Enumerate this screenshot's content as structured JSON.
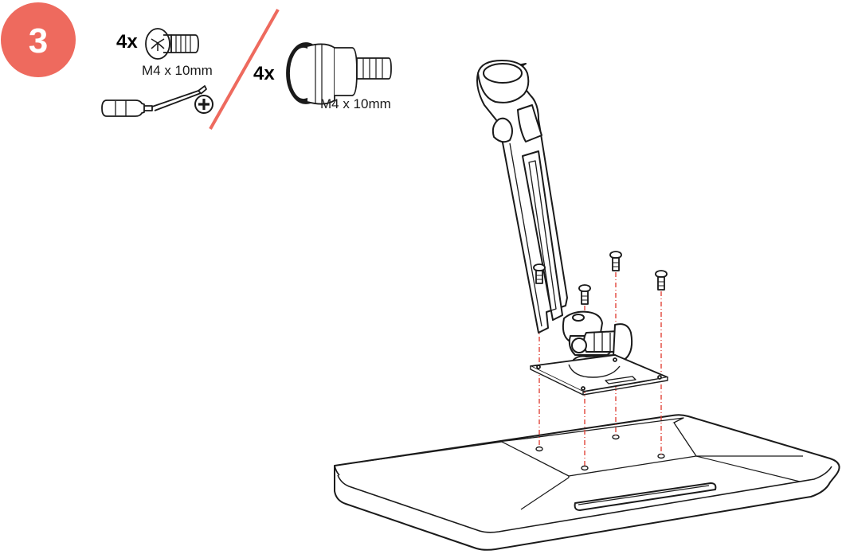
{
  "step": {
    "number": "3"
  },
  "option_a": {
    "quantity": "4x",
    "screw_spec": "M4 x 10mm",
    "tool": "phillips-screwdriver"
  },
  "option_b": {
    "quantity": "4x",
    "screw_spec": "M4 x 10mm",
    "tool": "none (thumb screw)"
  },
  "colors": {
    "accent": "#ee6a5e",
    "line": "#1a1a1a",
    "guide": "#e0443a",
    "background": "#ffffff"
  },
  "icons": [
    "phillips-pan-head-screw-icon",
    "screwdriver-icon",
    "phillips-symbol-icon",
    "thumb-screw-icon"
  ]
}
